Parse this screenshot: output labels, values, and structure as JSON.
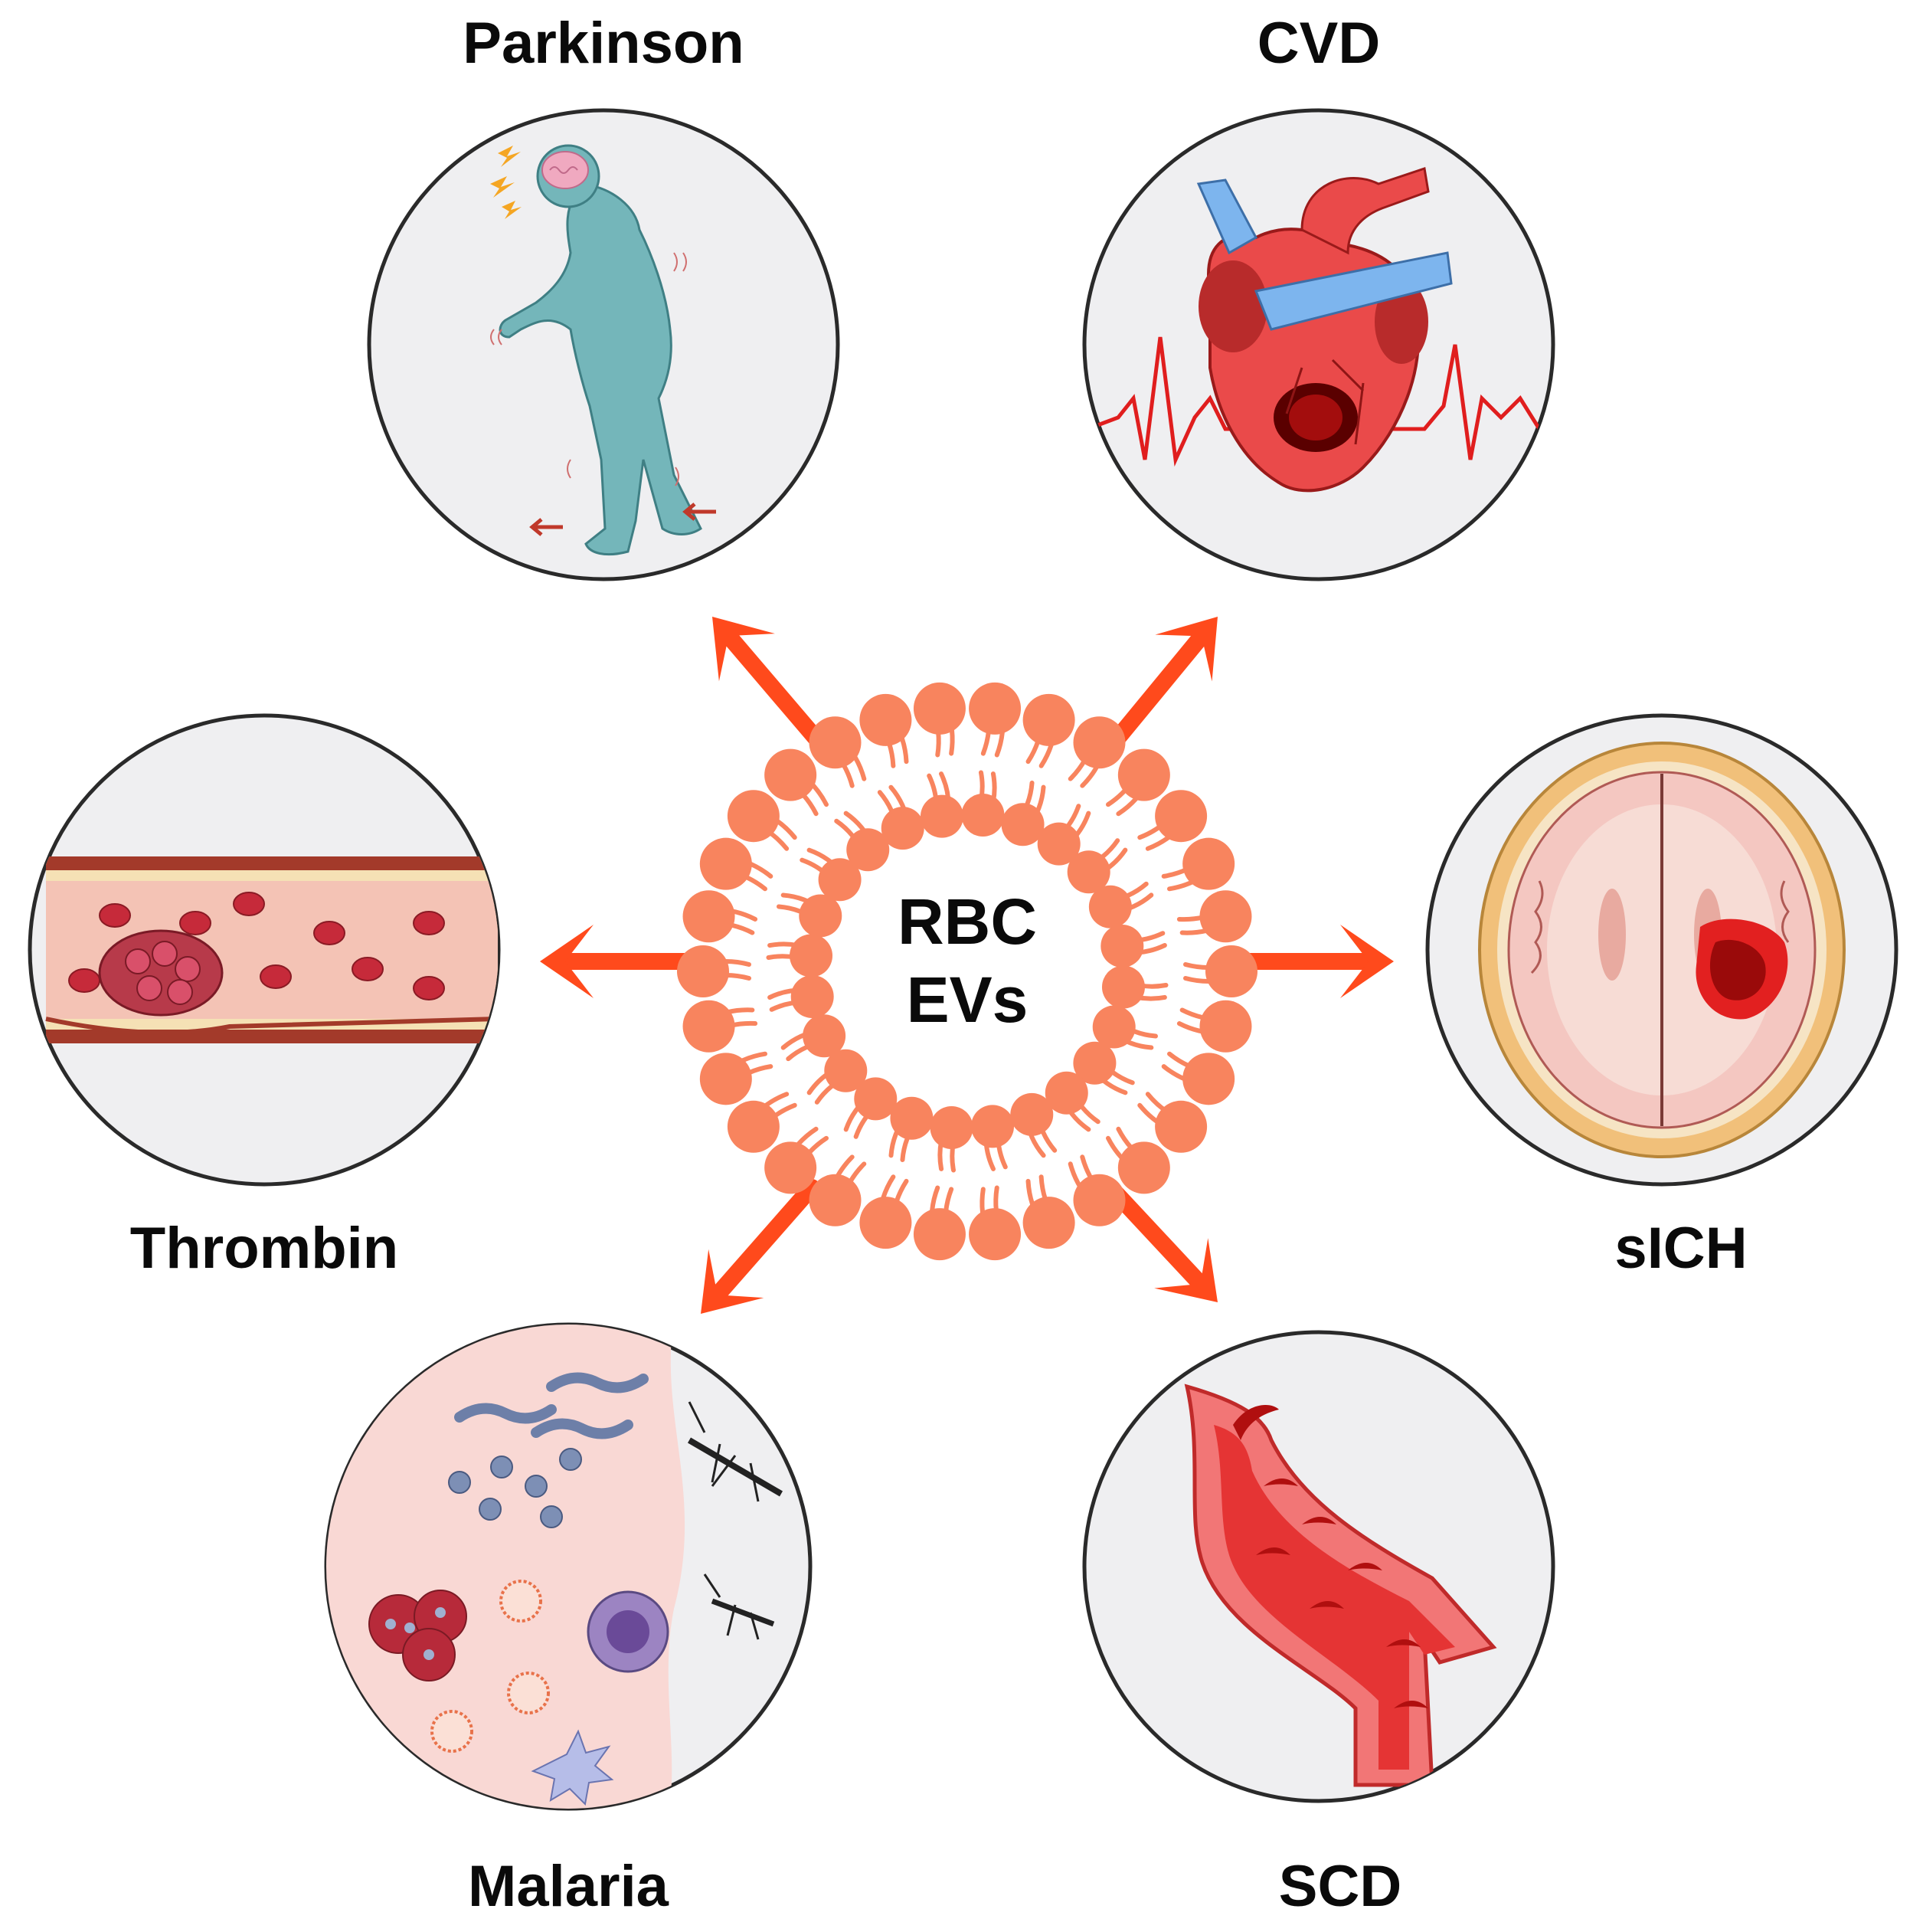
{
  "center": {
    "line1": "RBC",
    "line2": "EVs"
  },
  "diseases": {
    "parkinson": "Parkinson",
    "cvd": "CVD",
    "thrombin": "Thrombin",
    "sich": "sICH",
    "malaria": "Malaria",
    "scd": "SCD"
  },
  "colors": {
    "arrow": "#ff4a1c",
    "vesicle": "#f8845e",
    "circle_bg": "#efeff1",
    "circle_border": "#2a2a2a",
    "blood": "#e23a3a"
  },
  "icons": {
    "parkinson": "walking-person-tremor-icon",
    "cvd": "heart-ecg-icon",
    "thrombin": "blood-vessel-clot-icon",
    "sich": "brain-hemorrhage-icon",
    "malaria": "malaria-parasite-mosquito-icon",
    "scd": "sickle-cell-vessel-icon"
  }
}
